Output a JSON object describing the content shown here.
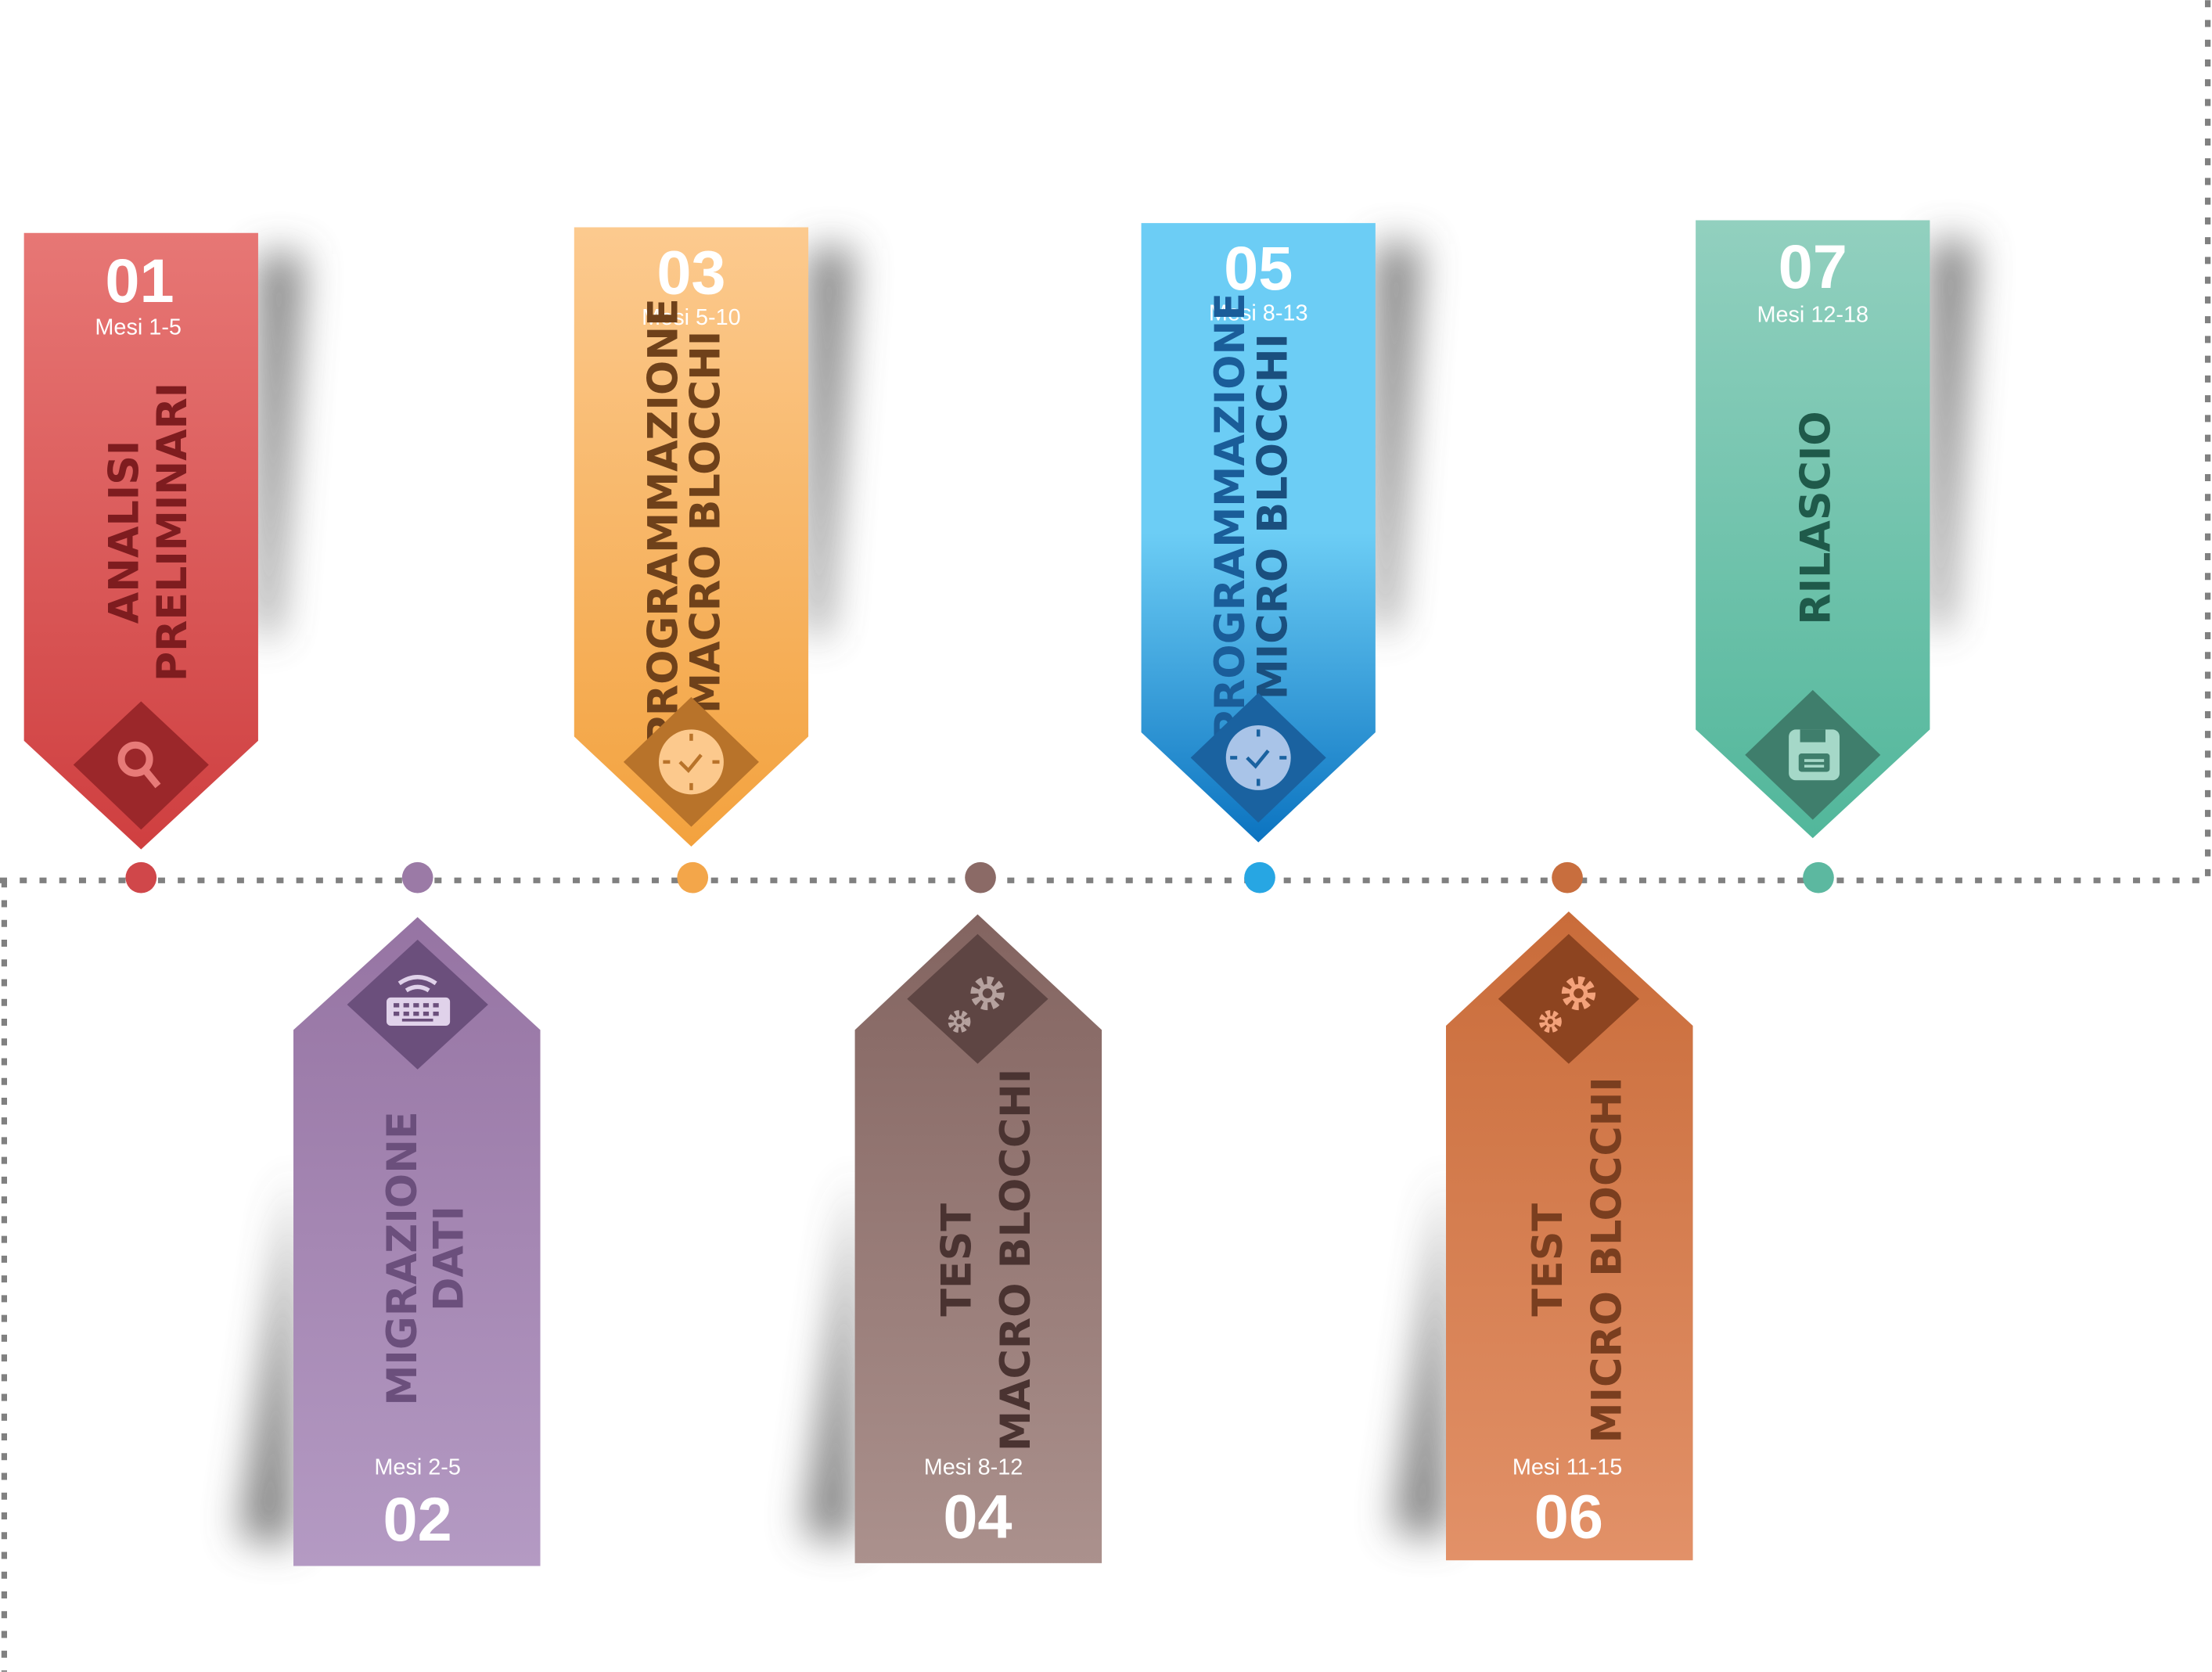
{
  "colors": {
    "line": "#808080"
  },
  "phases": [
    {
      "number": "01",
      "months": "Mesi 1-5",
      "title_lines": [
        "ANALISI",
        "PRELIMINARI"
      ],
      "icon": "search-icon",
      "color": "#d0474a"
    },
    {
      "number": "02",
      "months": "Mesi 2-5",
      "title_lines": [
        "MIGRAZIONE",
        "DATI"
      ],
      "icon": "keyboard-icon",
      "color": "#9b7aa6"
    },
    {
      "number": "03",
      "months": "Mesi 5-10",
      "title_lines": [
        "PROGRAMMAZIONE",
        "MACRO BLOCCHI"
      ],
      "icon": "clock-icon",
      "color": "#f3a64a"
    },
    {
      "number": "04",
      "months": "Mesi 8-12",
      "title_lines": [
        "TEST",
        "MACRO BLOCCHI"
      ],
      "icon": "gears-icon",
      "color": "#8b6a66"
    },
    {
      "number": "05",
      "months": "Mesi 8-13",
      "title_lines": [
        "PROGRAMMAZIONE",
        "MICRO BLOCCHI"
      ],
      "icon": "clock-icon",
      "color": "#27a6e3"
    },
    {
      "number": "06",
      "months": "Mesi 11-15",
      "title_lines": [
        "TEST",
        "MICRO BLOCCHI"
      ],
      "icon": "gears-icon",
      "color": "#c86e3e"
    },
    {
      "number": "07",
      "months": "Mesi 12-18",
      "title_lines": [
        "RILASCIO"
      ],
      "icon": "save-icon",
      "color": "#5cb8a0"
    }
  ]
}
